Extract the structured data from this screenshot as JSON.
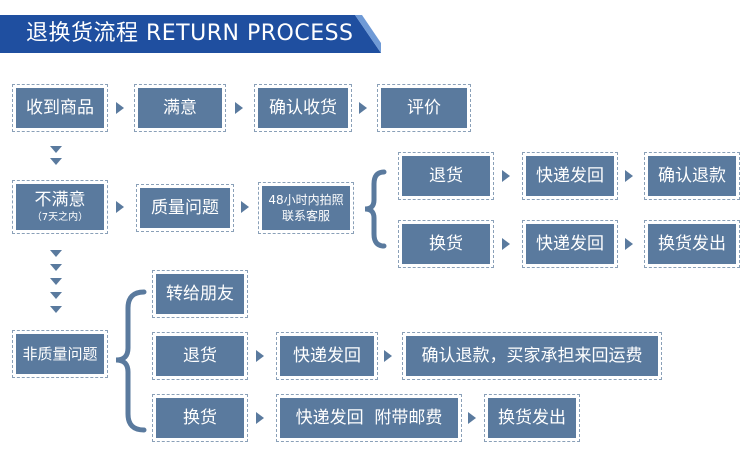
{
  "header": {
    "title": "退换货流程 RETURN PROCESS",
    "color": "#1f4fa0"
  },
  "colors": {
    "box": "#5a7a9e",
    "outline": "#8aa0b8",
    "text": "#ffffff"
  },
  "row1": [
    "收到商品",
    "满意",
    "确认收货",
    "评价"
  ],
  "unsatisfied": {
    "label": "不满意",
    "note": "（7天之内）"
  },
  "quality": {
    "label": "质量问题",
    "contact": "48小时内拍照联系客服"
  },
  "return_path": [
    "退货",
    "快递发回",
    "确认退款"
  ],
  "exchange_path": [
    "换货",
    "快递发回",
    "换货发出"
  ],
  "non_quality": {
    "label": "非质量问题",
    "transfer": "转给朋友",
    "return_path": [
      "退货",
      "快递发回",
      "确认退款，买家承担来回运费"
    ],
    "exchange_path": [
      "换货",
      "快递发回  附带邮费",
      "换货发出"
    ]
  }
}
